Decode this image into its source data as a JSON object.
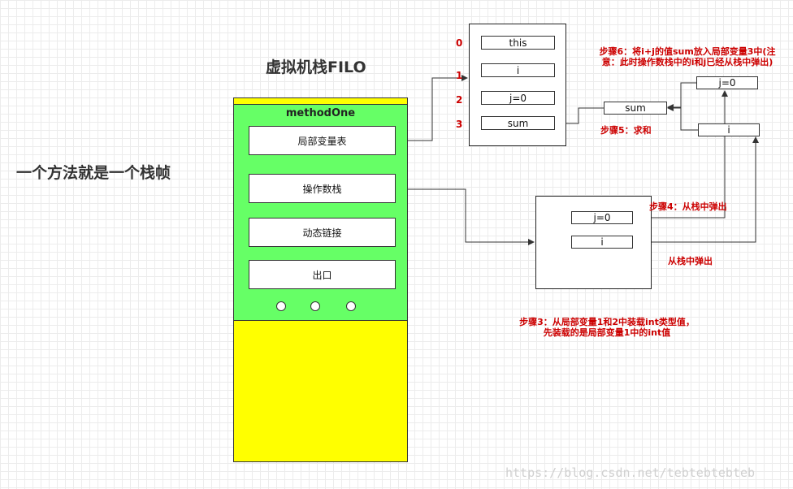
{
  "left_title": "一个方法就是一个栈帧",
  "stack_title": "虚拟机栈FILO",
  "frame": {
    "method": "methodOne",
    "items": [
      "局部变量表",
      "操作数栈",
      "动态链接",
      "出口"
    ]
  },
  "locals": {
    "indices": [
      "0",
      "1",
      "2",
      "3"
    ],
    "slots": [
      "this",
      "i",
      "j=0",
      "sum"
    ]
  },
  "operand_stack": {
    "slots": [
      "j=0",
      "i"
    ]
  },
  "popped": {
    "j": "j=0",
    "i": "i",
    "sum": "sum"
  },
  "notes": {
    "step6": "步骤6：将i+j的值sum放入局部变量3中(注意：此时操作数栈中的i和j已经从栈中弹出)",
    "step5": "步骤5：求和",
    "step4": "步骤4：从栈中弹出",
    "pop": "从栈中弹出",
    "step3": "步骤3：从局部变量1和2中装载int类型值，先装载的是局部变量1中的int值"
  },
  "watermark": "https://blog.csdn.net/tebtebtebteb",
  "colors": {
    "frame_green": "#66ff66",
    "frame_yellow": "#ffff00",
    "note_red": "#cc0000"
  }
}
